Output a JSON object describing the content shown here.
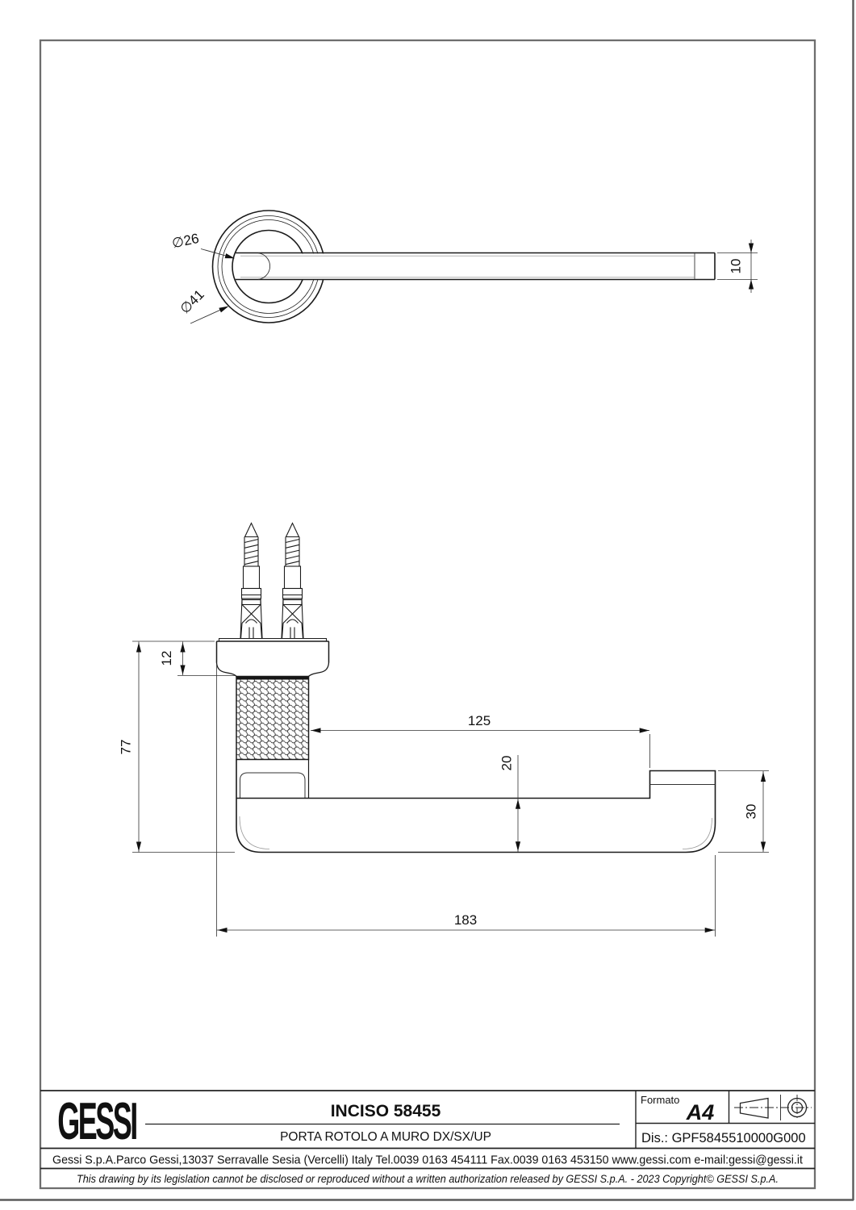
{
  "title_block": {
    "brand": "GESSI",
    "title": "INCISO 58455",
    "subtitle": "PORTA ROTOLO A MURO DX/SX/UP",
    "formato_label": "Formato",
    "formato_value": "A4",
    "drawing_number": "Dis.: GPF5845510000G000",
    "address_line": "Gessi S.p.A.Parco Gessi,13037 Serravalle Sesia (Vercelli) Italy Tel.0039 0163 454111 Fax.0039 0163 453150 www.gessi.com e-mail:gessi@gessi.it",
    "legal_line": "This drawing by its legislation cannot be disclosed or reproduced without a written authorization released by GESSI S.p.A. - 2023 Copyright© GESSI S.p.A."
  },
  "top_view": {
    "dia_inner": "∅26",
    "dia_outer": "∅41",
    "bar_thickness": "10"
  },
  "side_view": {
    "plate_to_knurl": "12",
    "overall_height": "77",
    "inner_length": "125",
    "bar_height": "20",
    "end_height": "30",
    "overall_length": "183"
  }
}
